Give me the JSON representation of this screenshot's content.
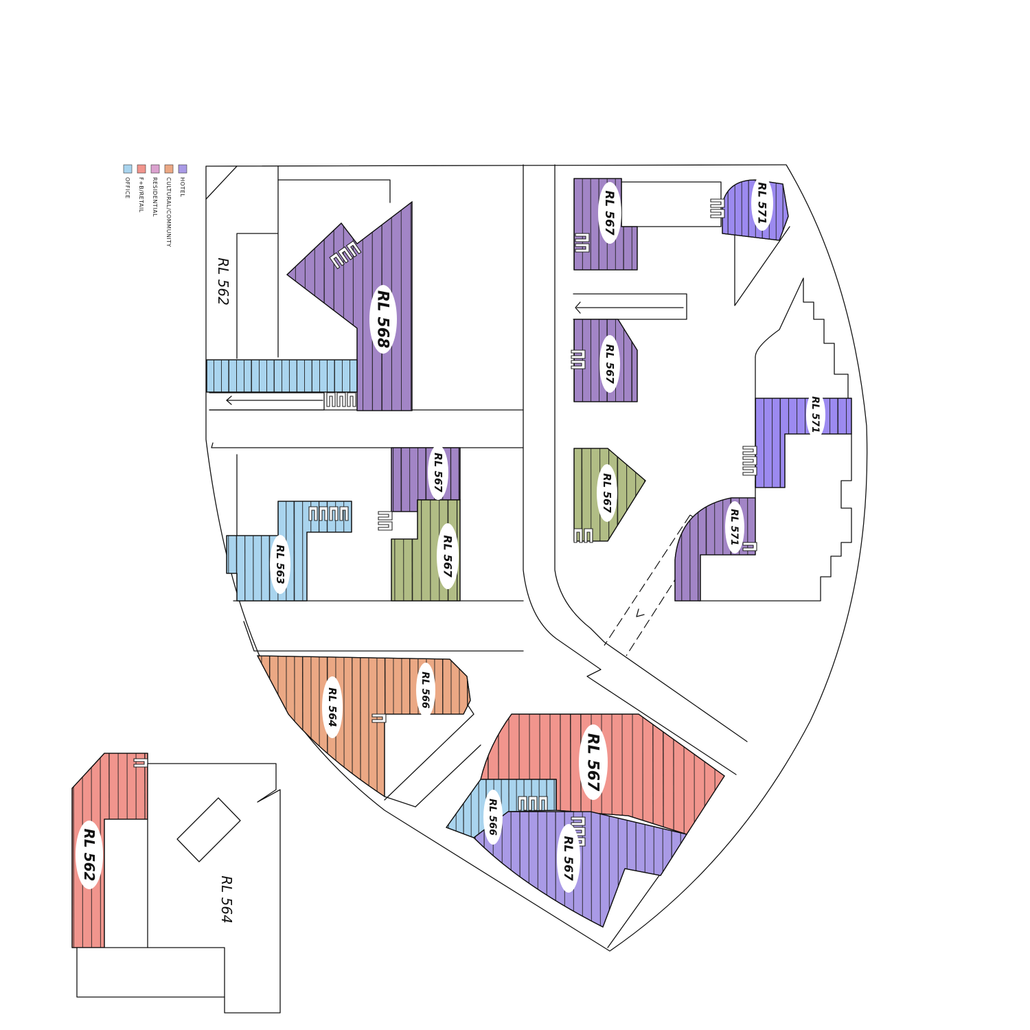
{
  "colors": {
    "office": "#a9d4ee",
    "fb_retail": "#f1958d",
    "residential": "#dba2cf",
    "cultural": "#eba884",
    "hotel": "#a99ae6",
    "hotel_dark": "#a285c6",
    "hotel_bright": "#9c8af0",
    "green": "#b1bd85"
  },
  "legend": [
    {
      "key": "office",
      "label": "OFFICE"
    },
    {
      "key": "fb_retail",
      "label": "F+B/RETAIL"
    },
    {
      "key": "residential",
      "label": "RESIDENTIAL"
    },
    {
      "key": "cultural",
      "label": "CULTURAL/COMMUNITY"
    },
    {
      "key": "hotel",
      "label": "HOTEL"
    }
  ],
  "labels": {
    "rl568": "RL 568",
    "rl562_top": "RL 562",
    "rl567_ne": "RL 567",
    "rl571_ne": "RL 571",
    "rl567_mid": "RL 567",
    "rl567_green": "RL 567",
    "rl571_mid": "RL 571",
    "rl571_low": "RL 571",
    "rl567_c1": "RL 567",
    "rl567_c2": "RL 567",
    "rl563": "RL 563",
    "rl566_top": "RL 566",
    "rl564": "RL 564",
    "rl567_red": "RL 567",
    "rl566_blue": "RL 566",
    "rl567_purple": "RL 567",
    "rl562_red": "RL 562",
    "rl564_bldg": "RL 564"
  }
}
